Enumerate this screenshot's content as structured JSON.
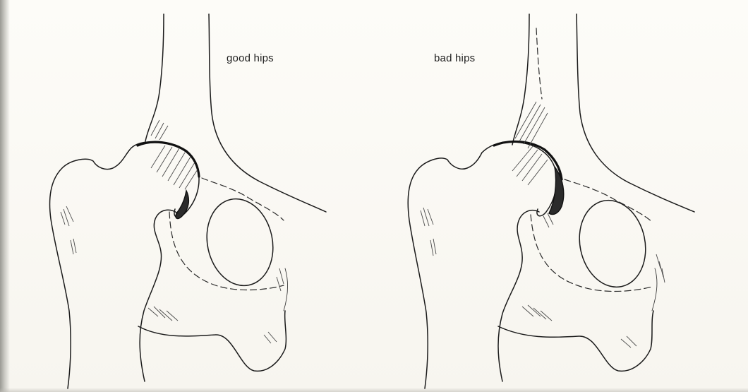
{
  "figure": {
    "panels": [
      {
        "id": "good",
        "label": "good hips"
      },
      {
        "id": "bad",
        "label": "bad hips"
      }
    ]
  },
  "colors": {
    "paper": "#fbfaf6",
    "ink": "#1b1b1b",
    "scan_edge": "#9a9a94"
  }
}
